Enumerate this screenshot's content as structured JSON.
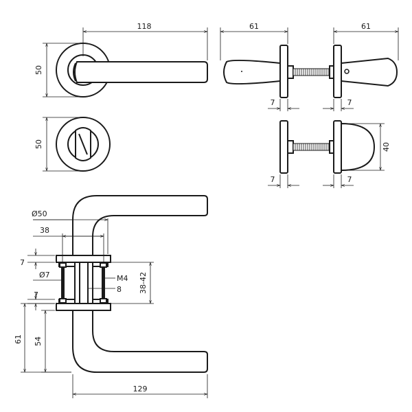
{
  "dimensions": {
    "top_lever_length": "118",
    "rose_diameter_top": "50",
    "side_left_length": "61",
    "side_right_length": "61",
    "rose_thickness_left": "7",
    "rose_thickness_right": "7",
    "escutcheon_diameter": "50",
    "knob_height": "40",
    "knob_rose_left": "7",
    "knob_rose_right": "7",
    "rose_outer_diameter": "Ø50",
    "screw_spacing": "38",
    "rose_plate_top": "7",
    "screw_diameter": "Ø7",
    "thread": "M4",
    "spindle": "8",
    "door_thickness": "38-42",
    "rose_plate_bottom": "7",
    "lever_height_total": "61",
    "lever_height_inner": "54",
    "lever_length_bottom": "129"
  },
  "colors": {
    "line": "#1a1a1a",
    "background": "#ffffff"
  }
}
